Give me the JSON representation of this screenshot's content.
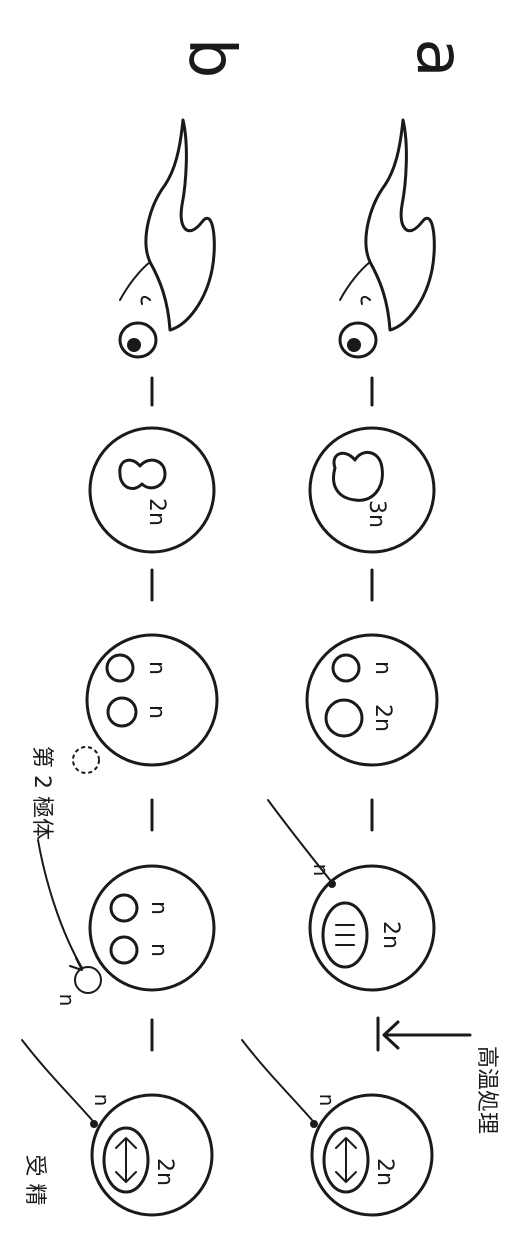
{
  "row_labels": {
    "a": "a",
    "b": "b"
  },
  "annotations": {
    "fertilization": "受 精",
    "second_polar_body": "第 2 極体",
    "heat_treatment": "高温処理"
  },
  "ploidy_labels": {
    "egg_a": "2n",
    "egg_b": "2n",
    "polar_body": "n",
    "sperm_a": "n",
    "sperm_b": "n",
    "sperm_b2": "n",
    "pronucleus_a1": "n",
    "pronucleus_a2": "n",
    "pronucleus_a3": "n",
    "pronucleus_a4": "n",
    "egg_b2": "2n",
    "pronucleus_b_large": "2n",
    "pronucleus_b_small": "n",
    "zygote_a": "2n",
    "zygote_b": "3n"
  }
}
